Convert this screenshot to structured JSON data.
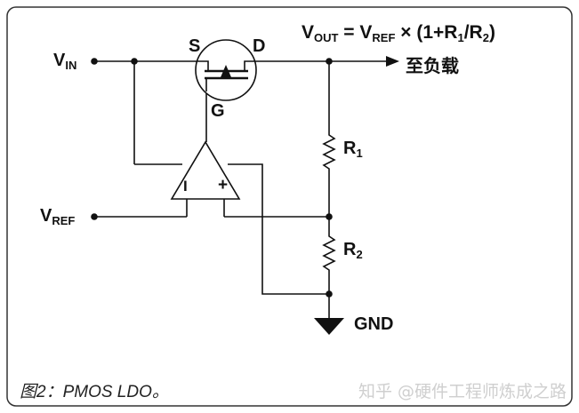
{
  "vin": {
    "main": "V",
    "sub": "IN"
  },
  "vref": {
    "main": "V",
    "sub": "REF"
  },
  "source_label": "S",
  "drain_label": "D",
  "gate_label": "G",
  "formula": {
    "v": "V",
    "out": "OUT",
    "eq": " = V",
    "ref": "REF",
    "mid": " × (1+R",
    "one": "1",
    "slash": "/R",
    "two": "2",
    "close": ")"
  },
  "load_label": "至负载",
  "r1": {
    "main": "R",
    "sub": "1"
  },
  "r2": {
    "main": "R",
    "sub": "2"
  },
  "gnd_label": "GND",
  "opamp_minus": "I",
  "opamp_plus": "+",
  "caption": "图2：PMOS LDO。",
  "watermark": "知乎 @硬件工程师炼成之路",
  "colors": {
    "ink": "#111111",
    "frame": "#333333",
    "caption": "#222222",
    "watermark": "#cfcfcf"
  }
}
